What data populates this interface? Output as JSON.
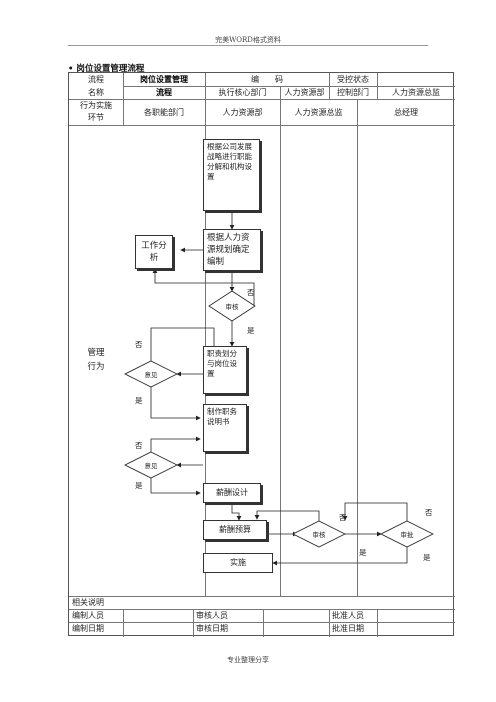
{
  "header": "完美WORD格式资料",
  "footer": "专业整理分享",
  "section_title": "岗位设置管理流程",
  "table": {
    "r1": {
      "flow": "流程",
      "flow_name": "岗位设置管理",
      "code": "编　　码",
      "control": "受控状态"
    },
    "r2": {
      "name": "名称",
      "flow_name2": "流程",
      "exec_dept": "执行核心部门",
      "hr_dept": "人力资源部",
      "ctrl_dept": "控制部门",
      "hr_director": "人力资源总监"
    },
    "r3": {
      "stage": "行为实施",
      "stage2": "环节",
      "col1": "各职能部门",
      "col2": "人力资源部",
      "col3": "人力资源总监",
      "col4": "总经理"
    },
    "left_label": [
      "管理",
      "行为"
    ],
    "bottom": {
      "related": "相关说明",
      "compiler": "编制人员",
      "reviewer": "审核人员",
      "approver": "批准人员",
      "compile_date": "编制日期",
      "review_date": "审核日期",
      "approve_date": "批准日期"
    }
  },
  "flow": {
    "start": "根据公司发展战略进行职能分解和机构设置",
    "plan": "根据人力资源规划确定编制",
    "work_analysis": "工作分析",
    "review1": "审核",
    "duty": "职责划分与岗位设置",
    "opinion1": "意见",
    "job_desc": "制作职务说明书",
    "opinion2": "意见",
    "salary_design": "薪酬设计",
    "salary_budget": "薪酬预算",
    "review2": "审核",
    "approve": "审批",
    "implement": "实施",
    "no": "否",
    "yes": "是"
  }
}
